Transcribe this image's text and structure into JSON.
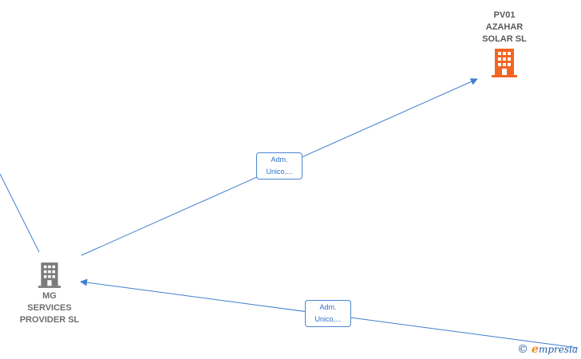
{
  "nodes": {
    "pv01": {
      "lines": [
        "PV01",
        "AZAHAR",
        "SOLAR  SL"
      ],
      "icon": "building-icon",
      "icon_color": "#f26522"
    },
    "mg": {
      "lines": [
        "MG",
        "SERVICES",
        "PROVIDER  SL"
      ],
      "icon": "building-icon",
      "icon_color": "#7a7a7a"
    }
  },
  "edges": [
    {
      "from": "mg",
      "to": "pv01",
      "label": [
        "Adm.",
        "Unico,..."
      ]
    },
    {
      "from": "offscreen-right",
      "to": "mg",
      "label": [
        "Adm.",
        "Unico,..."
      ]
    }
  ],
  "colors": {
    "edge": "#3f7fcf",
    "label_text": "#2f6fc4"
  },
  "brand": {
    "copyright": "©",
    "initial": "e",
    "name": "mpresia"
  }
}
